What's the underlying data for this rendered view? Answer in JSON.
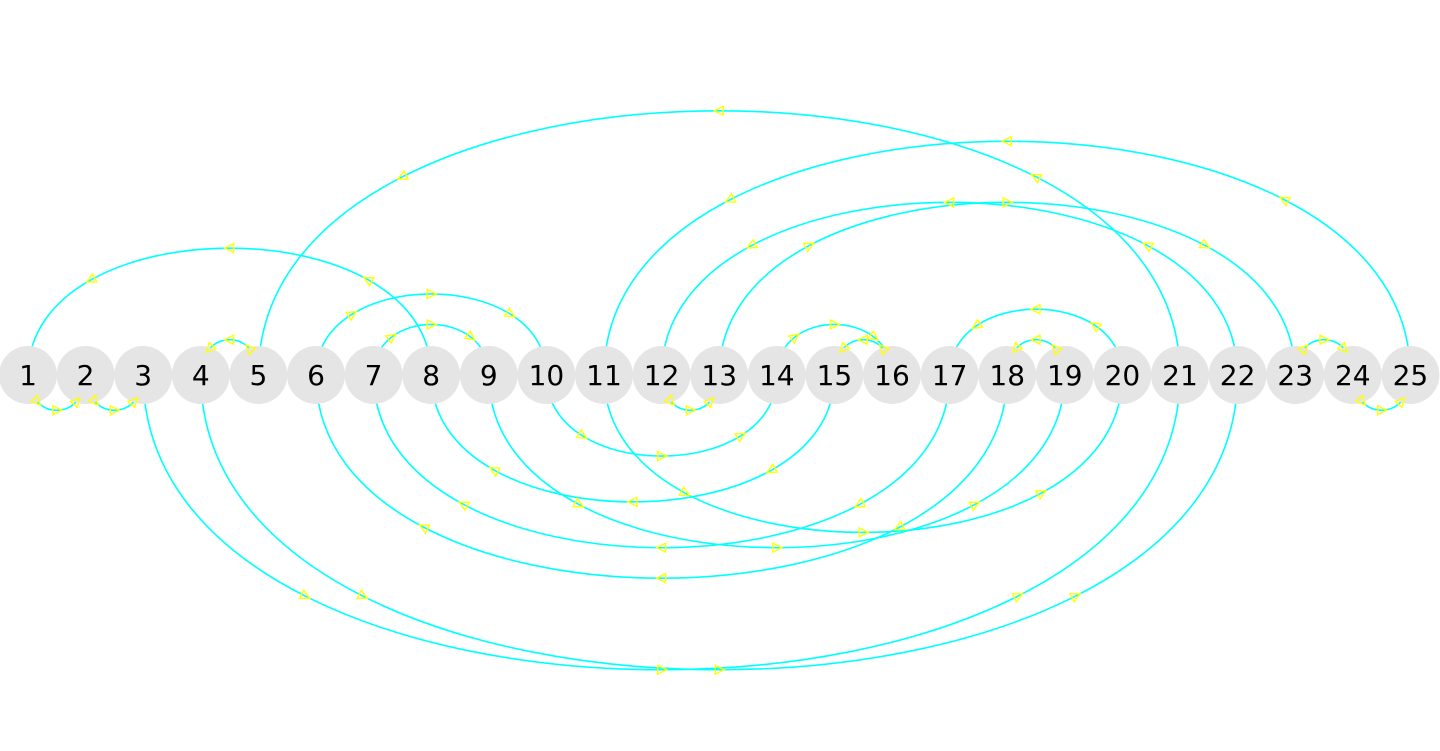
{
  "colors": {
    "arc": "#00ffff",
    "arrow": "#ffff00",
    "node_fill": "#e5e5e5",
    "node_text": "#000000",
    "background": "#ffffff"
  },
  "nodes": [
    "1",
    "2",
    "3",
    "4",
    "5",
    "6",
    "7",
    "8",
    "9",
    "10",
    "11",
    "12",
    "13",
    "14",
    "15",
    "16",
    "17",
    "18",
    "19",
    "20",
    "21",
    "22",
    "23",
    "24",
    "25"
  ],
  "path": {
    "steps": [
      [
        1,
        2,
        "down"
      ],
      [
        2,
        3,
        "down"
      ],
      [
        3,
        21,
        "down"
      ],
      [
        21,
        5,
        "up"
      ],
      [
        5,
        4,
        "up"
      ],
      [
        4,
        22,
        "down"
      ],
      [
        22,
        12,
        "up"
      ],
      [
        12,
        13,
        "down"
      ],
      [
        13,
        23,
        "up"
      ],
      [
        23,
        24,
        "up"
      ],
      [
        24,
        25,
        "down"
      ],
      [
        25,
        11,
        "up"
      ],
      [
        11,
        20,
        "down"
      ],
      [
        20,
        17,
        "up"
      ],
      [
        17,
        7,
        "down"
      ],
      [
        7,
        9,
        "up"
      ],
      [
        9,
        19,
        "down"
      ],
      [
        19,
        18,
        "up"
      ],
      [
        18,
        6,
        "down"
      ],
      [
        6,
        10,
        "up"
      ],
      [
        10,
        14,
        "down"
      ],
      [
        14,
        16,
        "up"
      ],
      [
        16,
        15,
        "up"
      ],
      [
        15,
        8,
        "down"
      ],
      [
        8,
        1,
        "up"
      ]
    ]
  }
}
